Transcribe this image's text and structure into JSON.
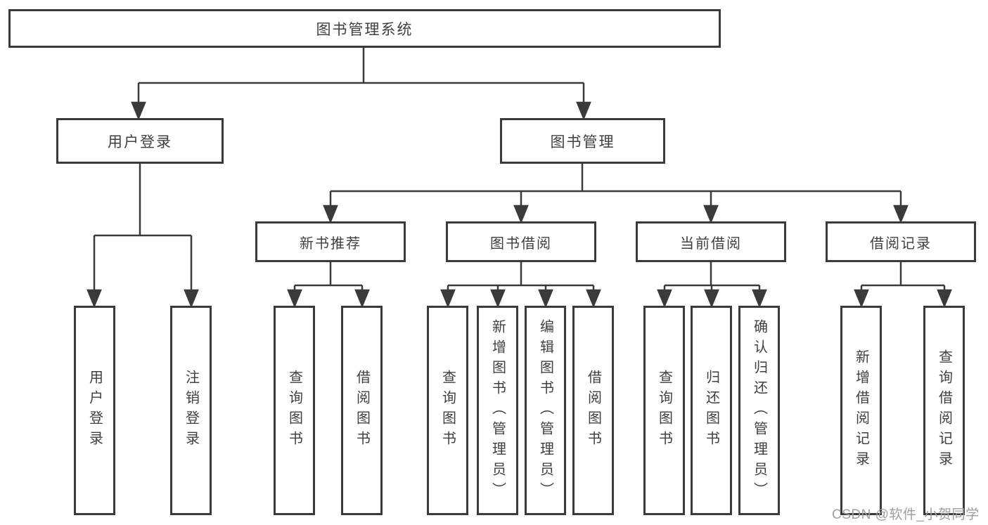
{
  "colors": {
    "line": "#3a3a3a",
    "box_border": "#3a3a3a",
    "text": "#3f3f3f",
    "background": "#ffffff",
    "watermark": "#9e9ea2"
  },
  "tree": {
    "root": "图书管理系统",
    "children": [
      {
        "label": "用户登录",
        "children": [
          {
            "label": "用户登录"
          },
          {
            "label": "注销登录"
          }
        ]
      },
      {
        "label": "图书管理",
        "children": [
          {
            "label": "新书推荐",
            "children": [
              {
                "label": "查询图书"
              },
              {
                "label": "借阅图书"
              }
            ]
          },
          {
            "label": "图书借阅",
            "children": [
              {
                "label": "查询图书"
              },
              {
                "label": "新增图书（管理员）"
              },
              {
                "label": "编辑图书（管理员）"
              },
              {
                "label": "借阅图书"
              }
            ]
          },
          {
            "label": "当前借阅",
            "children": [
              {
                "label": "查询图书"
              },
              {
                "label": "归还图书"
              },
              {
                "label": "确认归还（管理员）"
              }
            ]
          },
          {
            "label": "借阅记录",
            "children": [
              {
                "label": "新增借阅记录"
              },
              {
                "label": "查询借阅记录"
              }
            ]
          }
        ]
      }
    ]
  },
  "watermark": {
    "text": "CSDN @软件_小贺同学"
  }
}
